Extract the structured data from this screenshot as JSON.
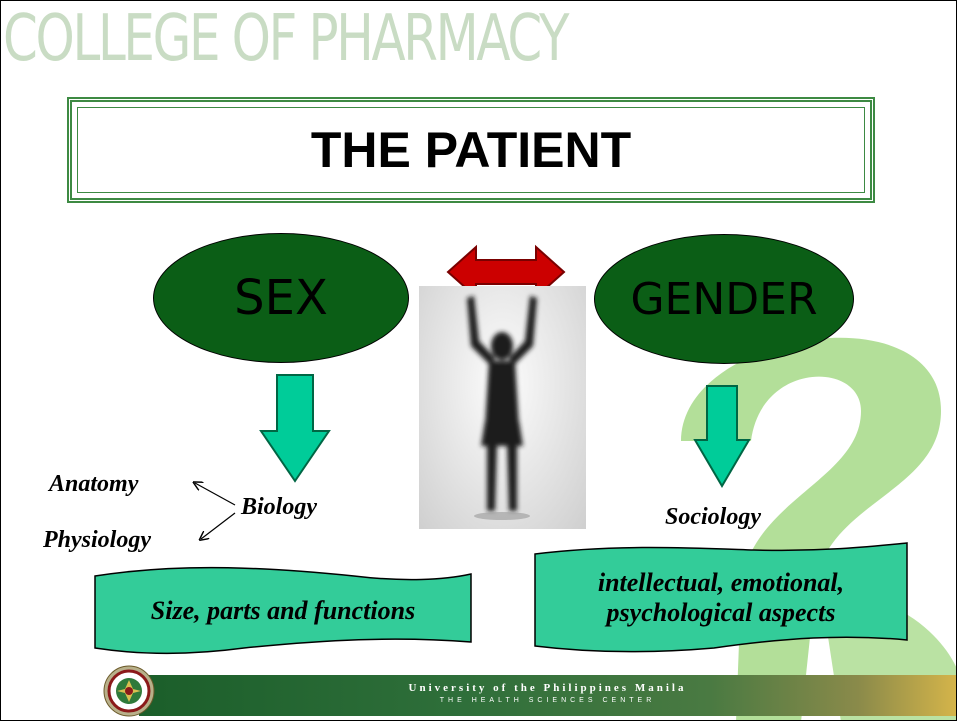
{
  "header": {
    "title": "COLLEGE OF PHARMACY"
  },
  "slide": {
    "title": "THE PATIENT",
    "left": {
      "ellipse_label": "SEX",
      "branch_items": [
        "Anatomy",
        "Physiology"
      ],
      "hub_label": "Biology",
      "banner_text": "Size, parts and functions"
    },
    "right": {
      "ellipse_label": "GENDER",
      "hub_label": "Sociology",
      "banner_line1": "intellectual, emotional,",
      "banner_line2": "psychological aspects"
    }
  },
  "footer": {
    "university": "University of the Philippines Manila",
    "tagline": "THE HEALTH SCIENCES CENTER"
  },
  "colors": {
    "ellipse_fill": "#0b5e16",
    "arrow_fill": "#00cc99",
    "double_arrow_fill": "#cc0000",
    "banner_fill": "#33cc99",
    "watermark": "#b3df99",
    "header_text": "#c9dcc4"
  },
  "icons": {
    "watermark": "question-mark-watermark",
    "seal": "up-manila-seal"
  }
}
